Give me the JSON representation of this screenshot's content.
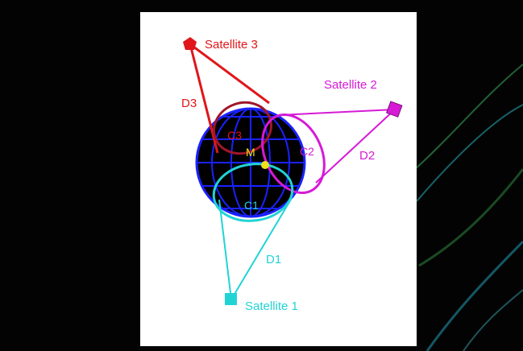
{
  "colors": {
    "background": "#000000",
    "panel": "#ffffff",
    "earth_fill": "#000000",
    "earth_grid": "#1a22ff",
    "satellite1": "#22d3d6",
    "satellite2": "#d61ad6",
    "satellite3": "#e0161a",
    "point_m": "#f2e01a",
    "c3_outline": "#a0162a"
  },
  "labels": {
    "satellite1": "Satellite 1",
    "satellite2": "Satellite 2",
    "satellite3": "Satellite 3",
    "d1": "D1",
    "d2": "D2",
    "d3": "D3",
    "c1": "C1",
    "c2": "C2",
    "c3": "C3",
    "m": "M"
  }
}
